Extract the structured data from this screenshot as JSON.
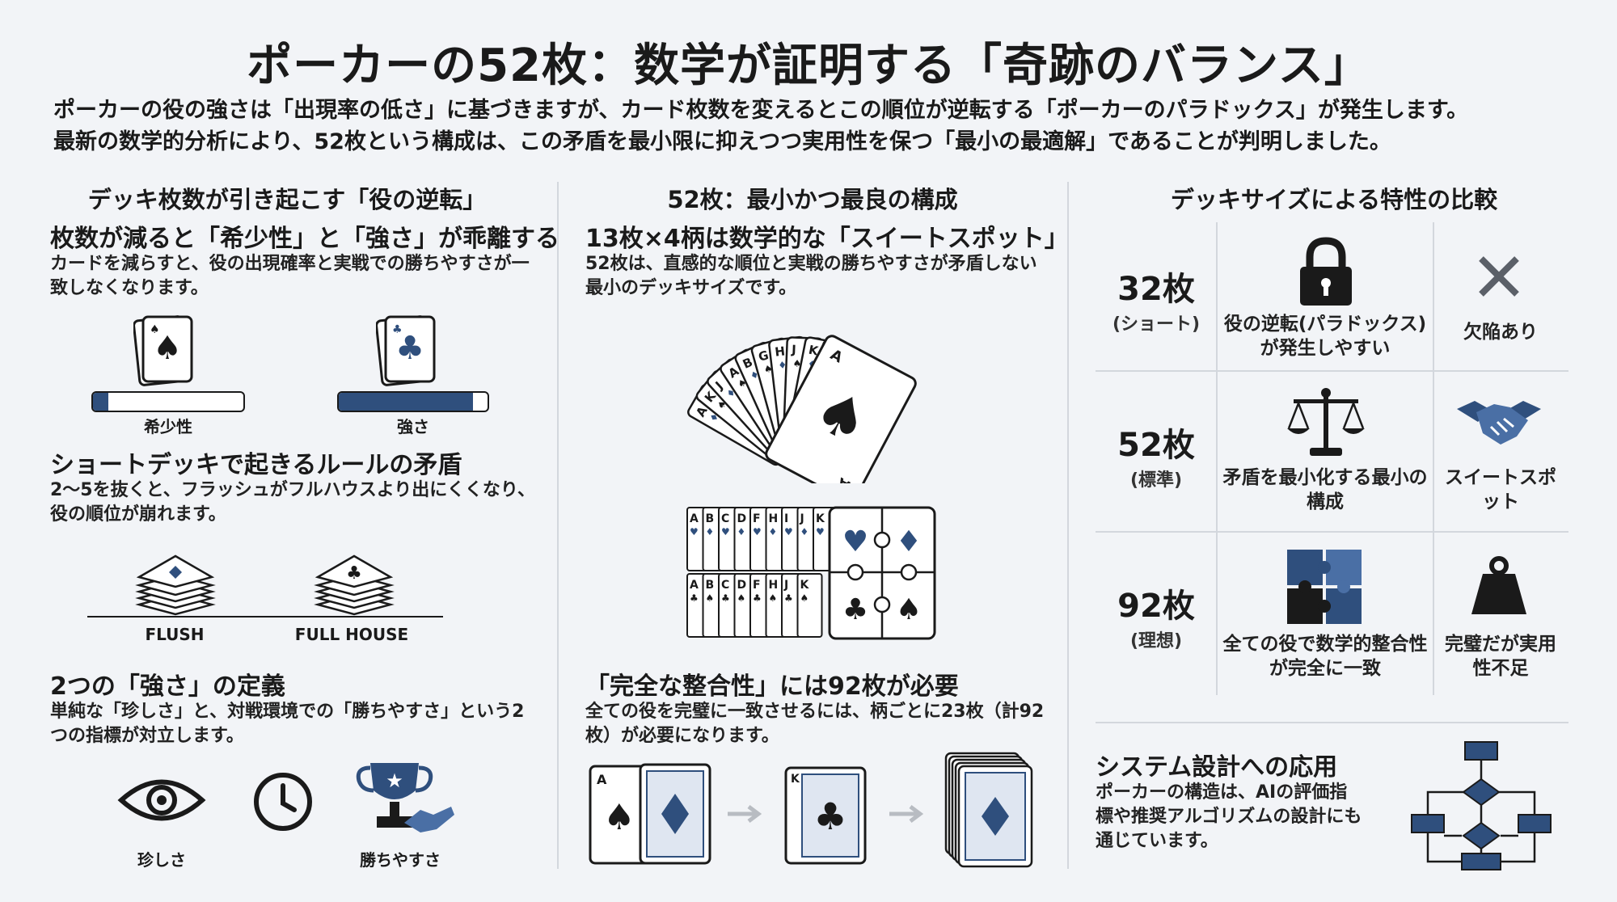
{
  "title": "ポーカーの52枚：数学が証明する「奇跡のバランス」",
  "intro": {
    "line1": "ポーカーの役の強さは「出現率の低さ」に基づきますが、カード枚数を変えるとこの順位が逆転する「ポーカーのパラドックス」が発生します。",
    "line2": "最新の数学的分析により、52枚という構成は、この矛盾を最小限に抑えつつ実用性を保つ「最小の最適解」であることが判明しました。"
  },
  "left": {
    "title": "デッキ枚数が引き起こす「役の逆転」",
    "s1": {
      "heading": "枚数が減ると「希少性」と「強さ」が乖離する",
      "body": "カードを減らすと、役の出現確率と実戦での勝ちやすさが一致しなくなります。",
      "rarity_label": "希少性",
      "strength_label": "強さ",
      "rarity_level": 0.1,
      "strength_level": 0.9
    },
    "s2": {
      "heading": "ショートデッキで起きるルールの矛盾",
      "body": "2〜5を抜くと、フラッシュがフルハウスより出にくくなり、役の順位が崩れます。",
      "flush_label": "FLUSH",
      "fullhouse_label": "FULL HOUSE"
    },
    "s3": {
      "heading": "2つの「強さ」の定義",
      "body": "単純な「珍しさ」と、対戦環境での「勝ちやすさ」という2つの指標が対立します。",
      "rare_label": "珍しさ",
      "win_label": "勝ちやすさ"
    }
  },
  "middle": {
    "title": "52枚：最小かつ最良の構成",
    "s1": {
      "heading": "13枚×4柄は数学的な「スイートスポット」",
      "body": "52枚は、直感的な順位と実戦の勝ちやすさが矛盾しない最小のデッキサイズです。"
    },
    "fan_letters": [
      "A",
      "K",
      "J",
      "A",
      "B",
      "G",
      "H",
      "J",
      "K",
      "A"
    ],
    "grid_row1": [
      "A",
      "B",
      "C",
      "D",
      "F",
      "H",
      "I",
      "J",
      "K"
    ],
    "grid_row2": [
      "A",
      "B",
      "C",
      "D",
      "F",
      "H",
      "J",
      "K"
    ],
    "s2": {
      "heading": "「完全な整合性」には92枚が必要",
      "body": "全ての役を完璧に一致させるには、柄ごとに23枚（計92枚）が必要になります。"
    },
    "card_a": "A",
    "card_k": "K"
  },
  "right": {
    "title": "デッキサイズによる特性の比較",
    "rows": [
      {
        "count": "32枚",
        "sub": "(ショート)",
        "desc": "役の逆転(パラドックス)が発生しやすい",
        "eval": "欠陥あり"
      },
      {
        "count": "52枚",
        "sub": "(標準)",
        "desc": "矛盾を最小化する最小の構成",
        "eval": "スイートスポット"
      },
      {
        "count": "92枚",
        "sub": "(理想)",
        "desc": "全ての役で数学的整合性が完全に一致",
        "eval": "完璧だが実用性不足"
      }
    ],
    "app": {
      "heading": "システム設計への応用",
      "body": "ポーカーの構造は、AIの評価指標や推奨アルゴリズムの設計にも通じています。"
    }
  },
  "colors": {
    "navy": "#2f4f7d",
    "dark": "#1a1a1a",
    "divider": "#d3d7dd"
  }
}
